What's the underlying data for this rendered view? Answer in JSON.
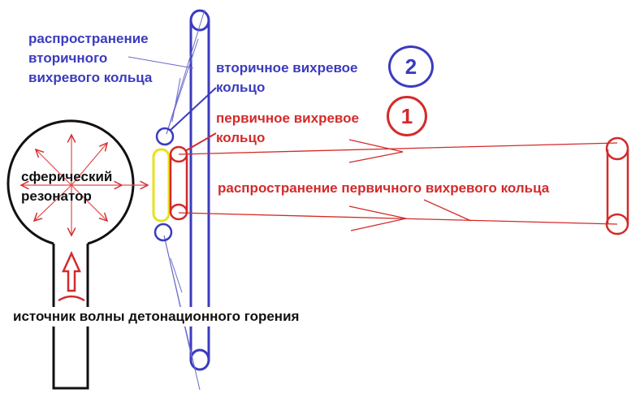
{
  "labels": {
    "secondary_propagation": [
      "распространение",
      "вторичного",
      "вихревого кольца"
    ],
    "secondary_ring": [
      "вторичное вихревое",
      "кольцо"
    ],
    "primary_ring": [
      "первичное вихревое",
      "кольцо"
    ],
    "primary_propagation": "распространение первичного вихревого кольца",
    "resonator": [
      "сферический",
      "резонатор"
    ],
    "wave_source": [
      "источник волны",
      "детонационного",
      "горения"
    ]
  },
  "badges": {
    "secondary": "2",
    "primary": "1"
  },
  "colors": {
    "blue": "#3b3bbf",
    "red": "#d42a2a",
    "black": "#111111",
    "yellow": "#e8e020"
  }
}
